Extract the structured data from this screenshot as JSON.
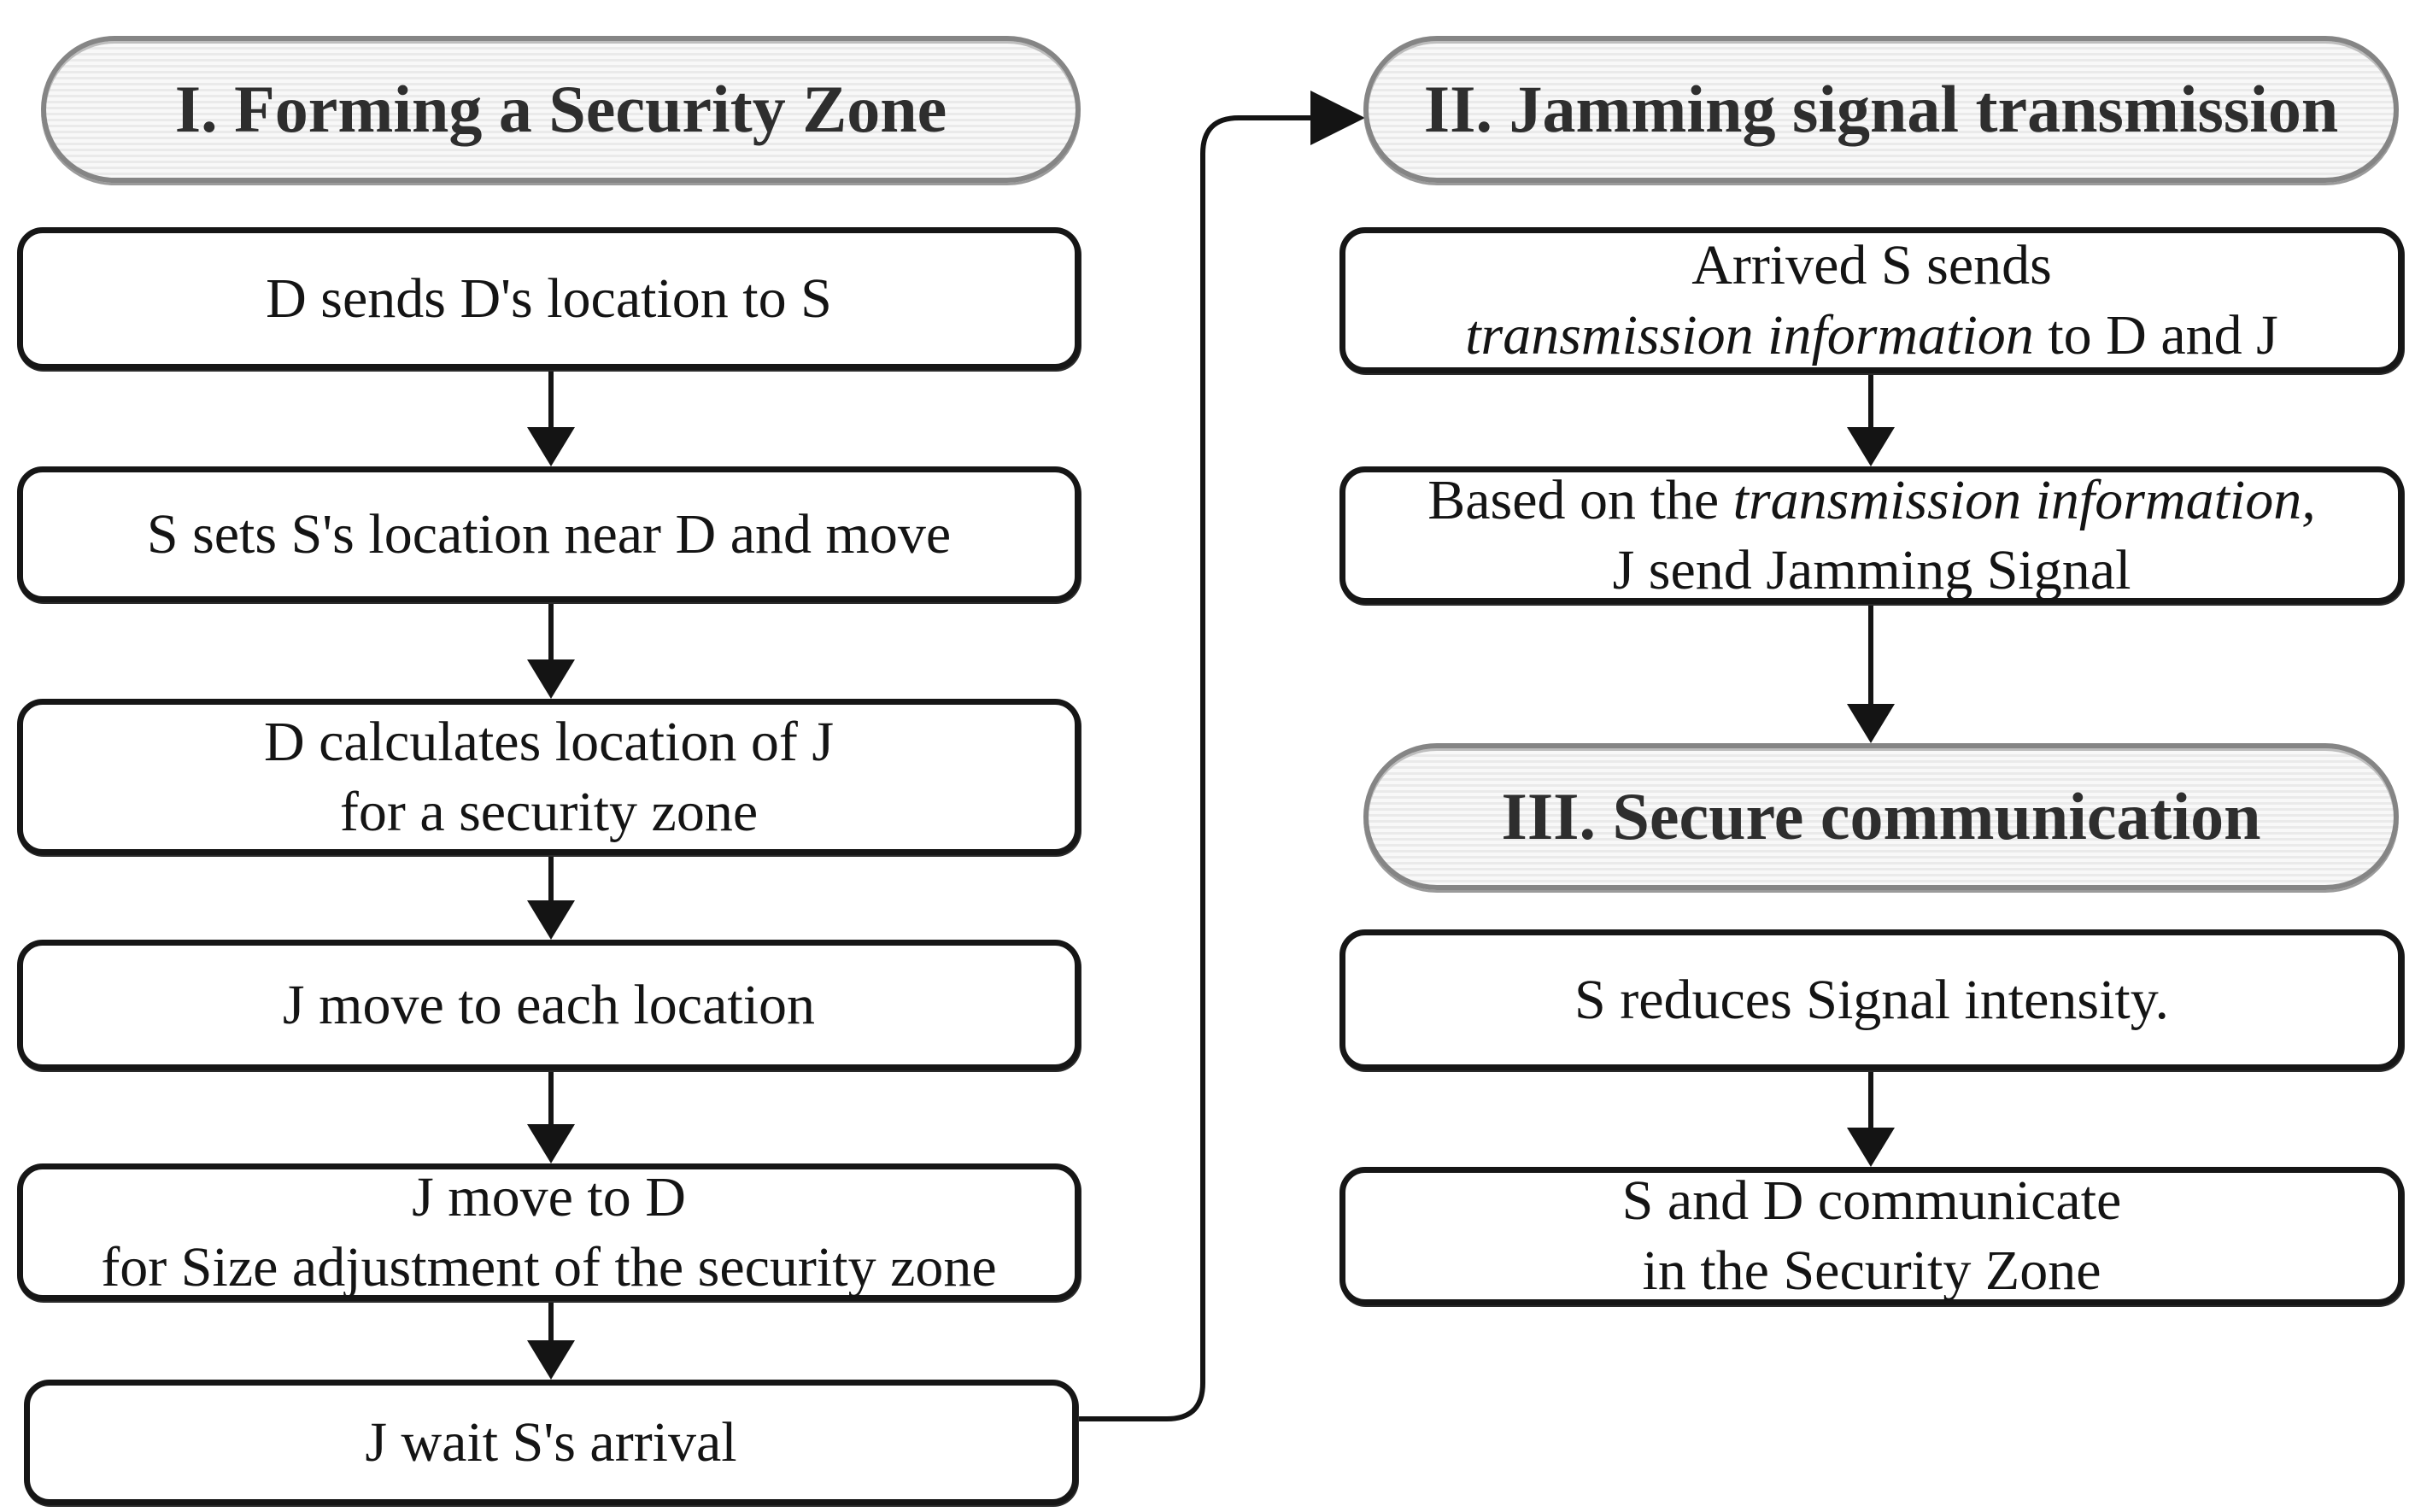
{
  "figure": {
    "background": "#ffffff",
    "colors": {
      "box_border": "#161616",
      "stadium_border": "#858585",
      "stadium_fill": "#efefef",
      "arrow": "#141414",
      "text": "#141414"
    },
    "left": {
      "header_forming": "I. Forming a Security Zone",
      "box_d_sends": {
        "line1": "D sends D's location to S"
      },
      "box_s_sets": {
        "line1": "S sets S's location near D and move"
      },
      "box_d_calculates": {
        "line1": "D calculates location of J",
        "line2": "for a security zone"
      },
      "box_j_move_each": {
        "line1": "J move to each location"
      },
      "box_j_move_d": {
        "line1": "J move to D",
        "line2": "for Size adjustment of the security zone"
      },
      "box_j_wait": {
        "line1": "J wait S's arrival"
      }
    },
    "right": {
      "header_jamming": "II. Jamming signal transmission",
      "box_arrived": {
        "line1": "Arrived S sends",
        "line2_italic": "transmission information",
        "line2_rest": " to D and J"
      },
      "box_based": {
        "line1_prefix": "Based on the ",
        "line1_italic": "transmission information,",
        "line2": "J send Jamming Signal"
      },
      "header_secure": "III. Secure communication",
      "box_reduce": {
        "line1": "S reduces Signal intensity."
      },
      "box_communicate": {
        "line1": "S and D communicate",
        "line2": "in the Security Zone"
      }
    }
  }
}
